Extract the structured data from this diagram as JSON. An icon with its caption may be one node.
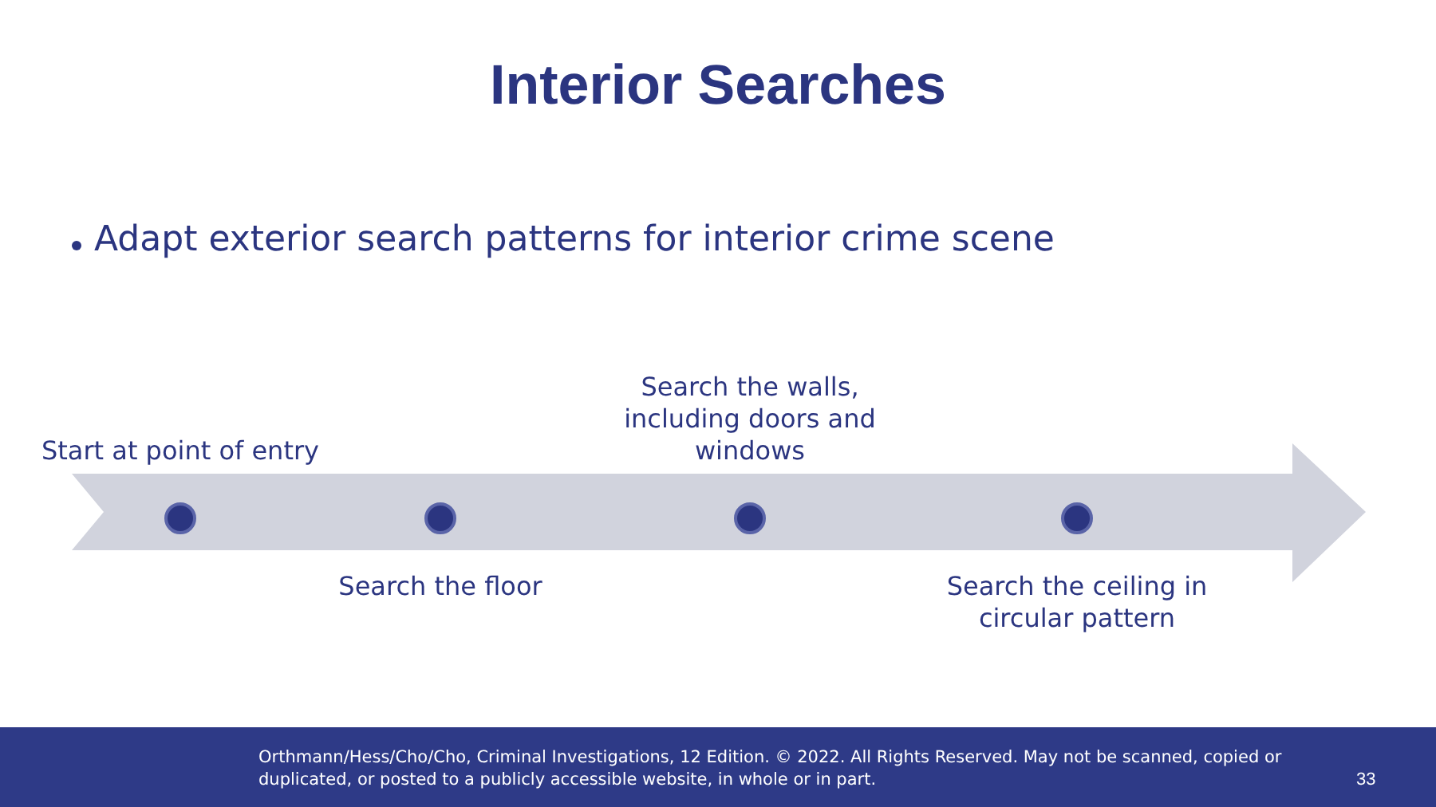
{
  "diagram": {
    "title": "Interior Searches",
    "nodes": [
      {
        "text": [],
        "shape": "circle",
        "beside": [
          "Start at point of entry"
        ]
      },
      {
        "text": [],
        "shape": "circle",
        "beside": [
          "Search the floor"
        ]
      },
      {
        "text": [],
        "shape": "circle",
        "beside": [
          "Search the walls, including doors and windows"
        ]
      },
      {
        "text": [],
        "shape": "circle",
        "beside": [
          "Search the ceiling in circular pattern"
        ]
      }
    ],
    "labels": [
      "Adapt exterior search patterns for interior crime scene",
      "Orthmann/Hess/Cho/Cho, Criminal Investigations, 12 Edition. © 2022. All Rights Reserved. May not be scanned, copied or duplicated, or posted to a publicly accessible website, in whole or in part.",
      "33"
    ]
  }
}
